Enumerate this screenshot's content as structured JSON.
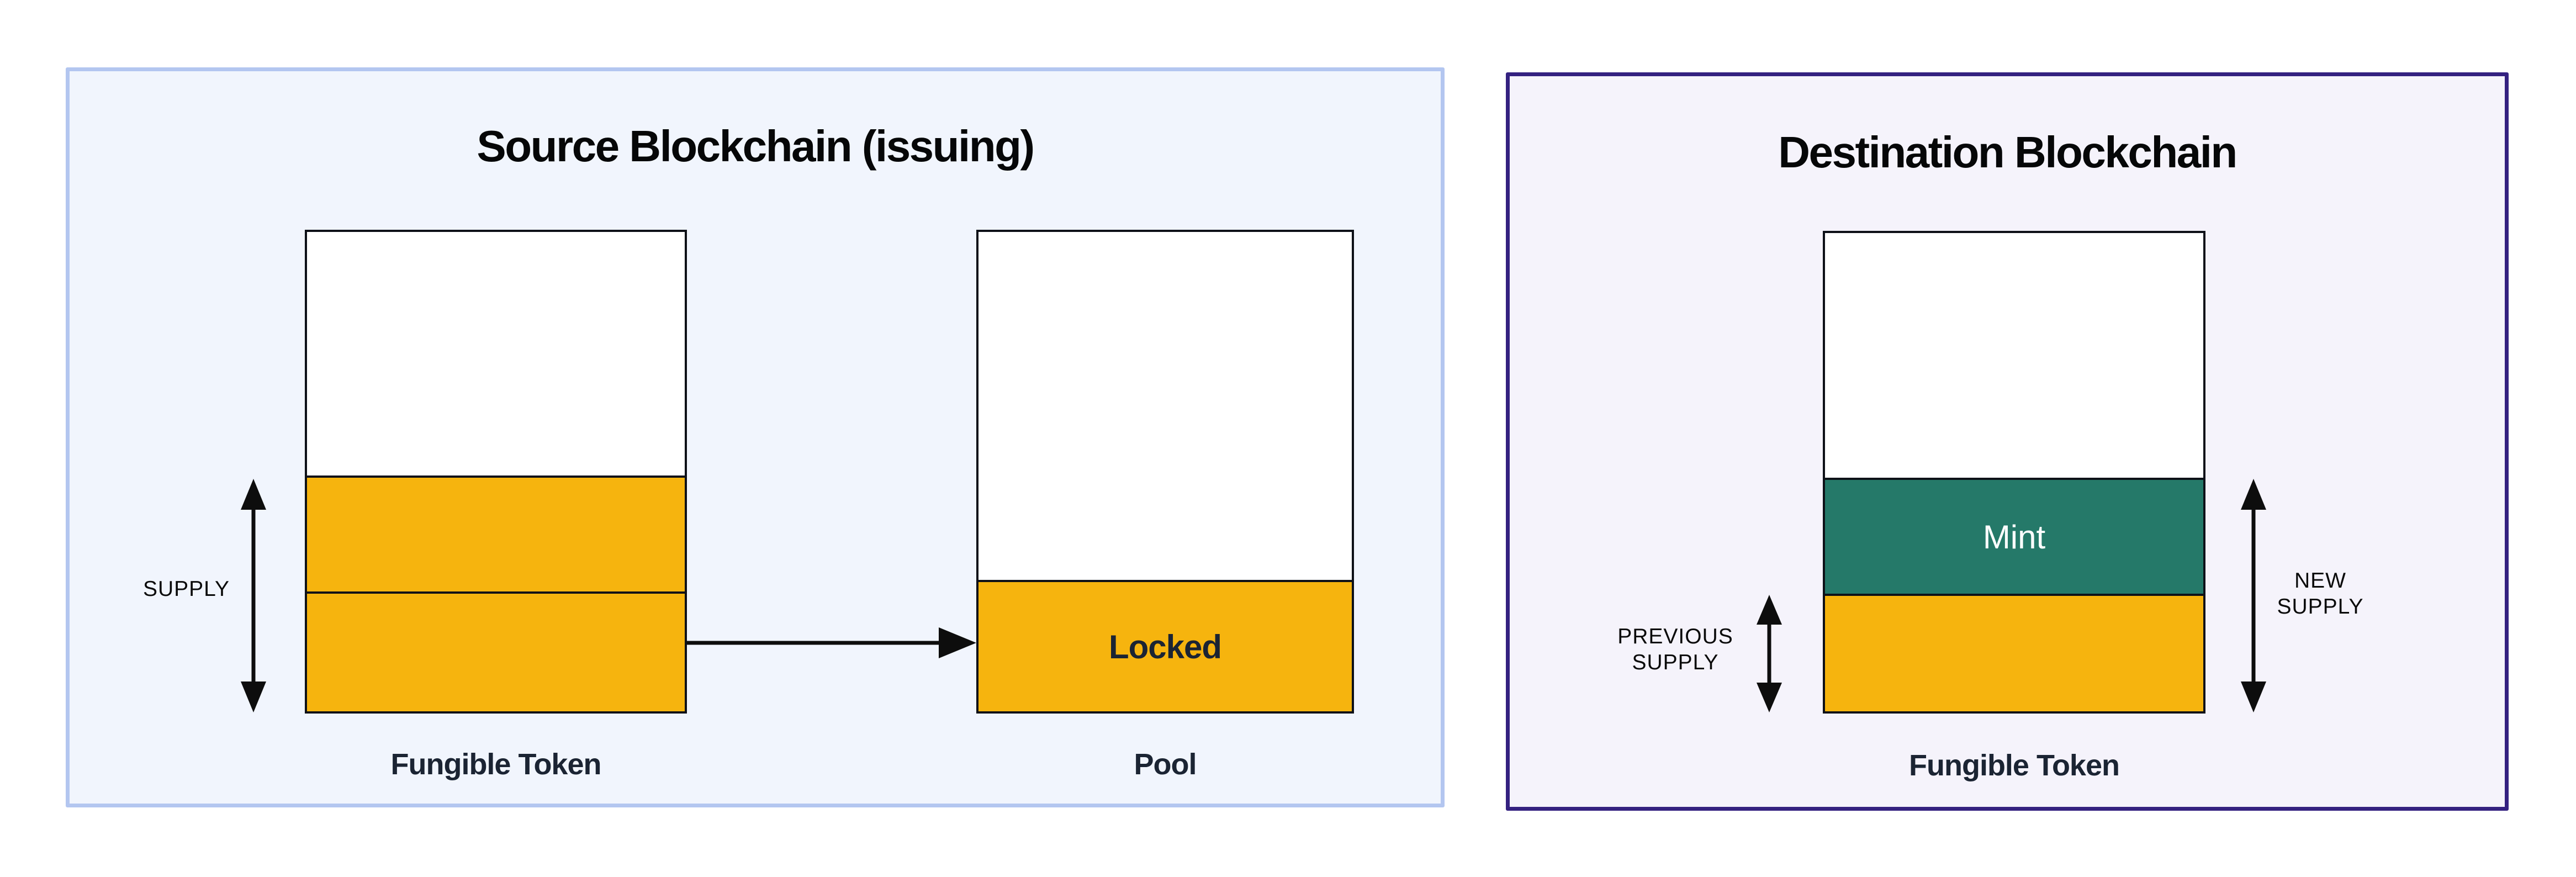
{
  "source_panel": {
    "title": "Source Blockchain (issuing)",
    "supply_label": "SUPPLY",
    "fungible_bar": {
      "caption": "Fungible Token"
    },
    "pool_bar": {
      "caption": "Pool",
      "locked_label": "Locked"
    }
  },
  "destination_panel": {
    "title": "Destination Blockchain",
    "bar": {
      "caption": "Fungible Token",
      "mint_label": "Mint"
    },
    "previous_supply": {
      "line1": "PREVIOUS",
      "line2": "SUPPLY"
    },
    "new_supply": {
      "line1": "NEW",
      "line2": "SUPPLY"
    }
  },
  "colors": {
    "source_panel_border": "#B3C6F0",
    "source_panel_background": "#F1F5FD",
    "destination_panel_border": "#342180",
    "destination_panel_background": "#F5F3FB",
    "token_yellow": "#F6B40E",
    "mint_teal": "#257969",
    "bar_outline": "#0E1118",
    "caption_navy": "#1B2433",
    "arrow_black": "#0D0D0D"
  }
}
